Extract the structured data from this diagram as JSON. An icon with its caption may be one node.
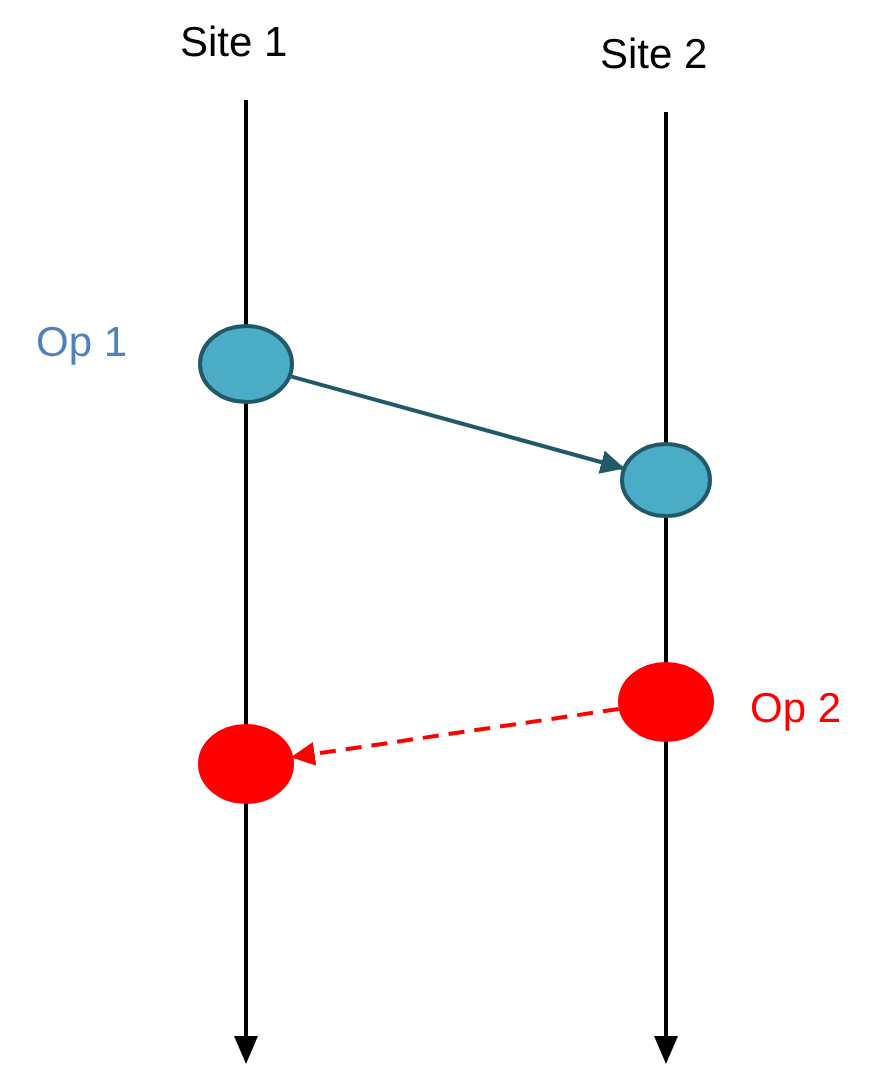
{
  "diagram": {
    "nodes": [
      {
        "text": [],
        "shape": "circle",
        "beside": [
          "Op 1"
        ]
      },
      {
        "text": [],
        "shape": "circle"
      },
      {
        "text": [],
        "shape": "circle",
        "beside": [
          "Op 2"
        ]
      },
      {
        "text": [],
        "shape": "circle"
      }
    ],
    "edges": [
      {
        "from": 0,
        "to": 1,
        "arrow": "to",
        "color": "#215968"
      },
      {
        "from": 2,
        "to": 3,
        "arrow": "to",
        "style": "dashed",
        "color": "#ff0000"
      }
    ],
    "labels": [
      "Site 1",
      "Site 2"
    ]
  }
}
